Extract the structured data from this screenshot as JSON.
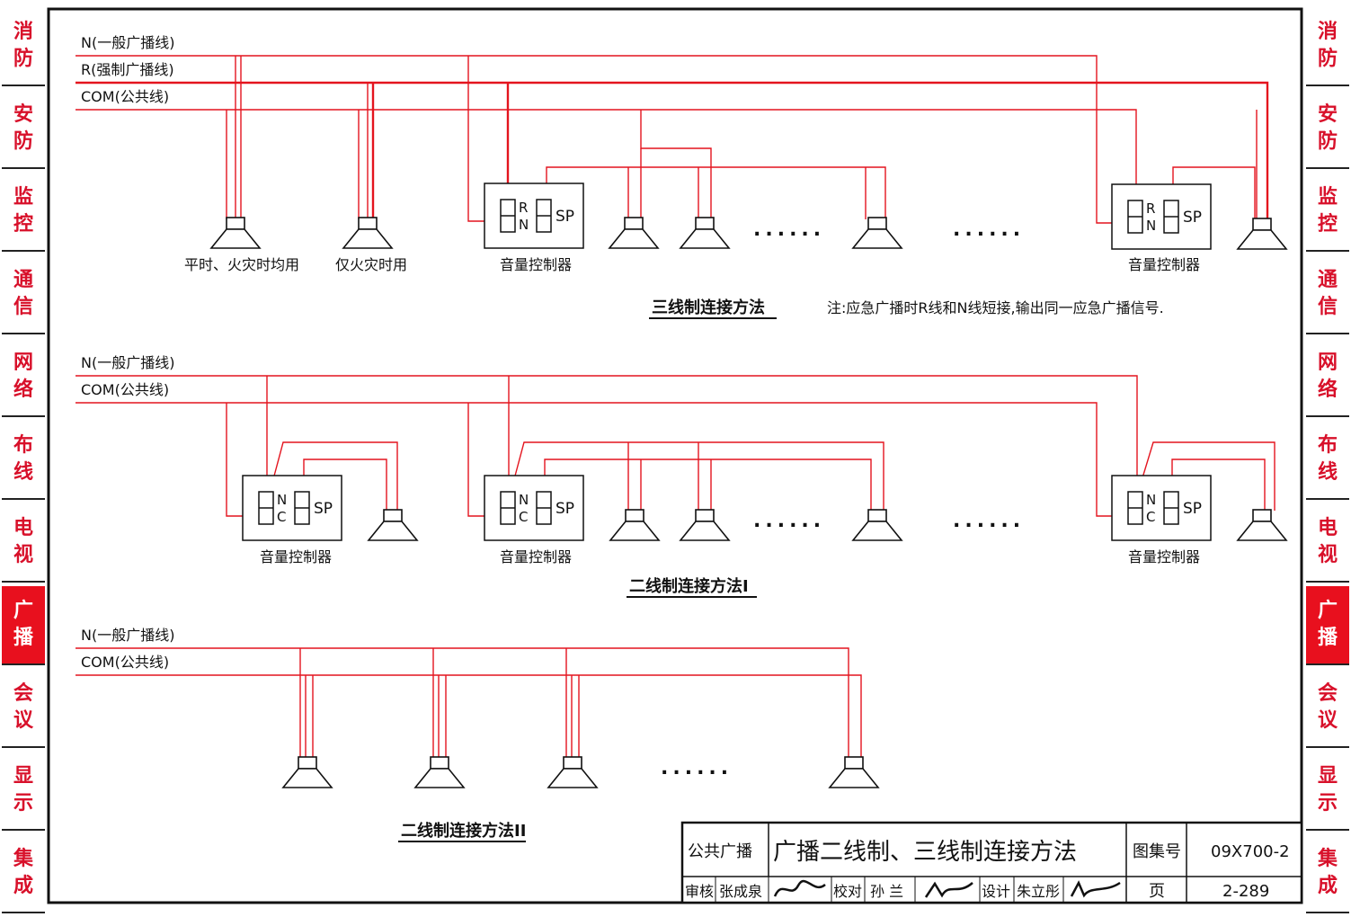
{
  "side_tabs": [
    {
      "label": "消防"
    },
    {
      "label": "安防"
    },
    {
      "label": "监控"
    },
    {
      "label": "通信"
    },
    {
      "label": "网络"
    },
    {
      "label": "布线"
    },
    {
      "label": "电视"
    },
    {
      "label": "广播",
      "active": true
    },
    {
      "label": "会议"
    },
    {
      "label": "显示"
    },
    {
      "label": "集成"
    }
  ],
  "colors": {
    "wire": "#e4141e",
    "tab_text": "#d8102a",
    "tab_active_bg": "#e8101e",
    "ink": "#111111"
  },
  "section1": {
    "line_n": "N(一般广播线)",
    "line_r": "R(强制广播线)",
    "line_com": "COM(公共线)",
    "label_both": "平时、火灾时均用",
    "label_fire": "仅火灾时用",
    "controller": "音量控制器",
    "term_r": "R",
    "term_n": "N",
    "term_sp": "SP",
    "dots": "......",
    "caption": "三线制连接方法",
    "note": "注:应急广播时R线和N线短接,输出同一应急广播信号."
  },
  "section2": {
    "line_n": "N(一般广播线)",
    "line_com": "COM(公共线)",
    "controller": "音量控制器",
    "term_n": "N",
    "term_c": "C",
    "term_sp": "SP",
    "dots": "......",
    "caption": "二线制连接方法I"
  },
  "section3": {
    "line_n": "N(一般广播线)",
    "line_com": "COM(公共线)",
    "dots": "......",
    "caption": "二线制连接方法II"
  },
  "title_block": {
    "category": "公共广播",
    "title": "广播二线制、三线制连接方法",
    "atlas_label": "图集号",
    "atlas_no": "09X700-2",
    "review_label": "审核",
    "reviewer": "张成泉",
    "check_label": "校对",
    "checker": "孙 兰",
    "design_label": "设计",
    "designer": "朱立彤",
    "page_label": "页",
    "page_no": "2-289"
  }
}
